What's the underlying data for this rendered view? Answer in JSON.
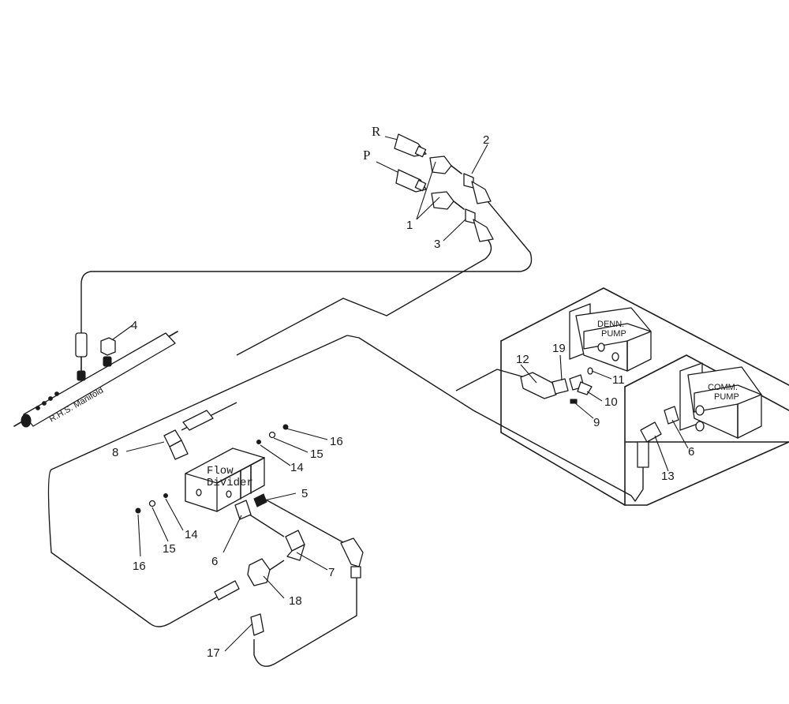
{
  "labels": {
    "port_r": "R",
    "port_p": "P",
    "manifold": "R.H.S. Manifold",
    "flow_divider_line1": "Flow",
    "flow_divider_line2": "Divider",
    "denn_pump_line1": "DENN.",
    "denn_pump_line2": "PUMP",
    "comm_pump_line1": "COMM.",
    "comm_pump_line2": "PUMP"
  },
  "callouts": {
    "c1": "1",
    "c2": "2",
    "c3": "3",
    "c4": "4",
    "c5": "5",
    "c6a": "6",
    "c6b": "6",
    "c7": "7",
    "c8": "8",
    "c9": "9",
    "c10": "10",
    "c11": "11",
    "c12": "12",
    "c13": "13",
    "c14a": "14",
    "c14b": "14",
    "c15a": "15",
    "c15b": "15",
    "c16a": "16",
    "c16b": "16",
    "c17": "17",
    "c18": "18",
    "c19": "19"
  }
}
